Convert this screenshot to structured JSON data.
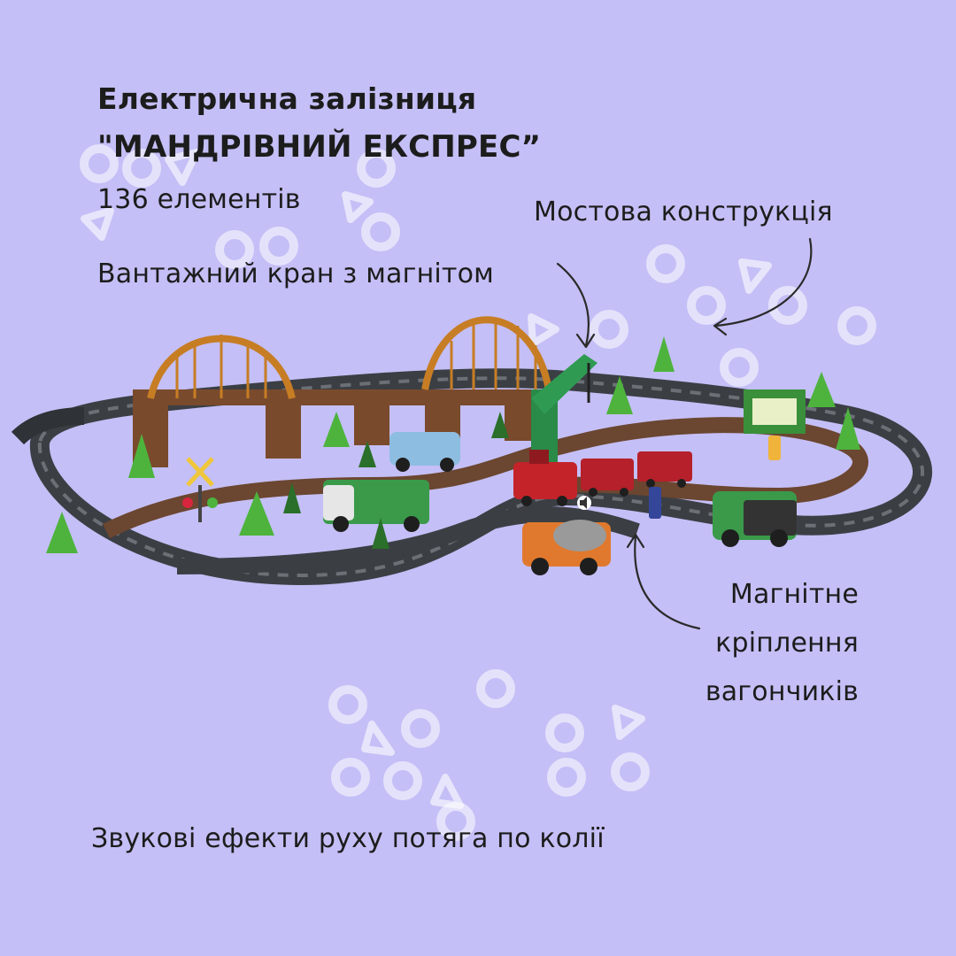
{
  "headline": {
    "line1": "Електрична залізниця",
    "line2": "\"МАНДРІВНИЙ ЕКСПРЕС”"
  },
  "element_count": "136 елементів",
  "callouts": {
    "bridge": "Мостова конструкція",
    "crane": "Вантажний кран з магнітом",
    "magnet": [
      "Магнітне",
      "кріплення",
      "вагончиків"
    ],
    "sound": "Звукові ефекти руху потяга по колії"
  },
  "colors": {
    "background": "#c4bff6",
    "text": "#1c1c1c",
    "decor": "#ffffff",
    "bridge_arch": "#c77d24",
    "bridge_pillar": "#7a4a2c",
    "track": "#3b3f44",
    "train": "#c4232a",
    "crane": "#2a8a48",
    "tree": "#4db33d"
  },
  "icons": [
    "ring-decor-icon",
    "triangle-decor-icon",
    "arrow-icon",
    "train-set-illustration",
    "speaker-icon"
  ]
}
